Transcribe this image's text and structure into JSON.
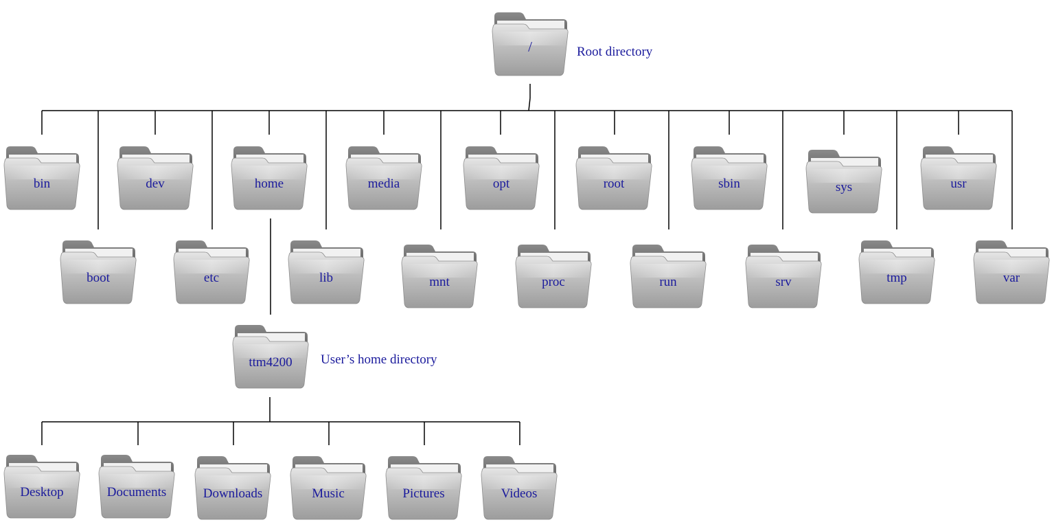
{
  "root": {
    "label": "/",
    "caption": "Root directory"
  },
  "top_level": [
    "bin",
    "boot",
    "dev",
    "etc",
    "home",
    "lib",
    "media",
    "mnt",
    "opt",
    "proc",
    "root",
    "run",
    "sbin",
    "srv",
    "sys",
    "tmp",
    "usr",
    "var"
  ],
  "user_home": {
    "label": "ttm4200",
    "caption": "User’s home directory"
  },
  "user_folders": [
    "Desktop",
    "Documents",
    "Downloads",
    "Music",
    "Pictures",
    "Videos"
  ],
  "colors": {
    "label": "#1a1a9c",
    "line": "#000000",
    "folder": "#9a9a9a"
  }
}
